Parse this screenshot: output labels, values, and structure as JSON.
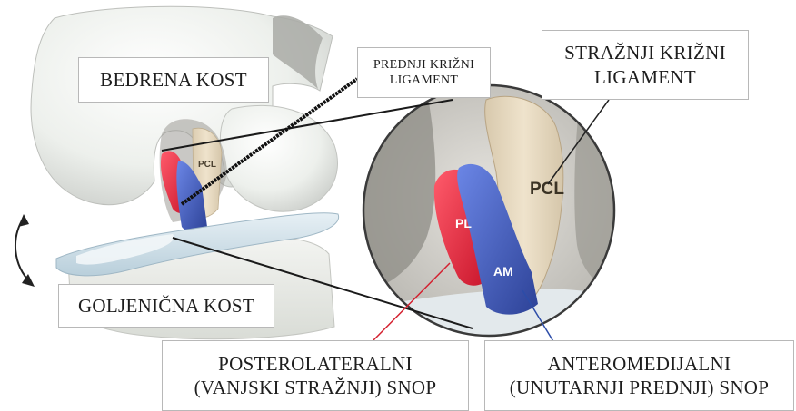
{
  "labels": {
    "femur": "BEDRENA KOST",
    "tibia": "GOLJENIČNA KOST",
    "acl_line1": "PREDNJI KRIŽNI",
    "acl_line2": "LIGAMENT",
    "pcl_line1": "STRAŽNJI KRIŽNI",
    "pcl_line2": "LIGAMENT",
    "pl_line1": "POSTEROLATERALNI",
    "pl_line2": "(VANJSKI STRAŽNJI) SNOP",
    "am_line1": "ANTEROMEDIJALNI",
    "am_line2": "(UNUTARNJI PREDNJI) SNOP"
  },
  "markers": {
    "pcl_small": "PCL",
    "pcl_large": "PCL",
    "pl": "PL",
    "am": "AM"
  },
  "colors": {
    "pl_bundle": "#e0283c",
    "am_bundle": "#3c55b8",
    "pcl": "#e9dcc4",
    "bone": "#eef0ec",
    "meniscus": "#cfe0ea"
  }
}
